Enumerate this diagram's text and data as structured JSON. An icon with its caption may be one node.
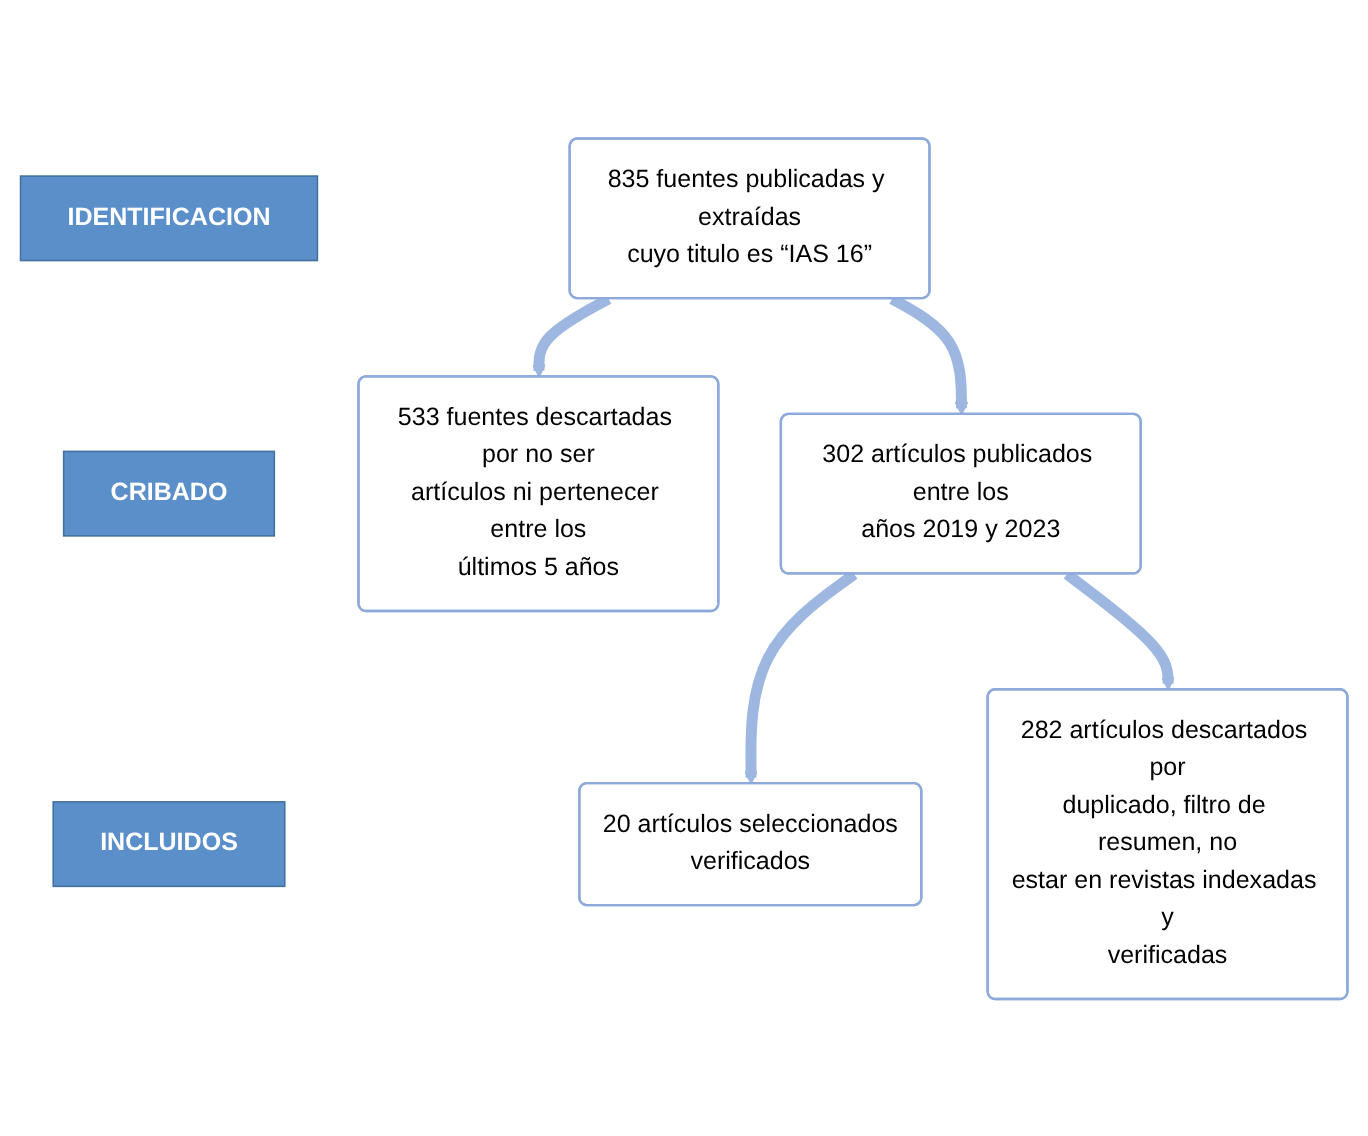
{
  "diagram": {
    "nodes": [
      {
        "text": [
          "IDENTIFICACION"
        ]
      },
      {
        "text": [
          "CRIBADO"
        ]
      },
      {
        "text": [
          "INCLUIDOS"
        ]
      },
      {
        "text": [
          "835 fuentes publicadas y extraídas cuyo titulo es “IAS 16”"
        ]
      },
      {
        "text": [
          "533 fuentes descartadas por no ser artículos ni pertenecer entre los últimos 5 años"
        ]
      },
      {
        "text": [
          "302 artículos publicados entre los años 2019 y 2023"
        ]
      },
      {
        "text": [
          "282 artículos descartados por duplicado, filtro de resumen, no estar en revistas indexadas y verificadas"
        ]
      },
      {
        "text": [
          "20 artículos seleccionados verificados"
        ]
      }
    ],
    "edges": [
      {
        "from": 3,
        "to": 5,
        "arrow": "to"
      },
      {
        "from": 3,
        "to": 4,
        "arrow": "to"
      },
      {
        "from": 5,
        "to": 7,
        "arrow": "to"
      },
      {
        "from": 5,
        "to": 6,
        "arrow": "to"
      }
    ]
  }
}
